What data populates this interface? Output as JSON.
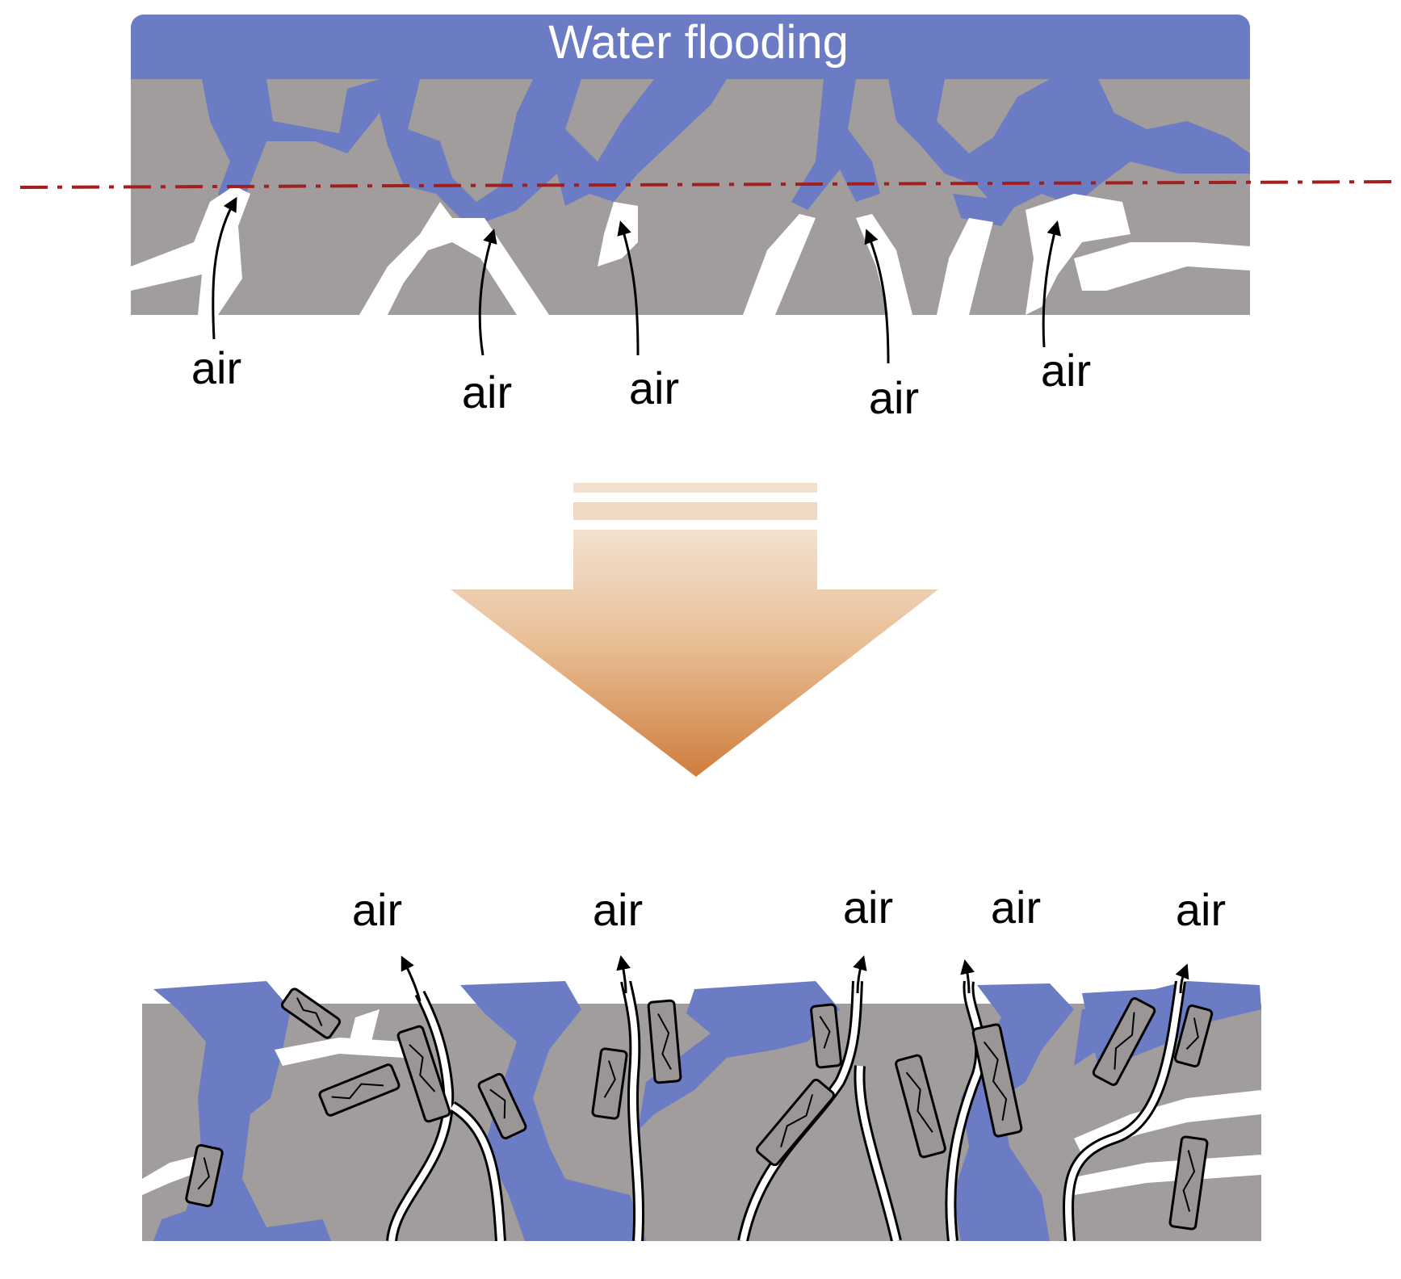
{
  "top_panel": {
    "banner_label": "Water flooding",
    "air_labels": [
      "air",
      "air",
      "air",
      "air",
      "air"
    ]
  },
  "bottom_panel": {
    "air_labels": [
      "air",
      "air",
      "air",
      "air",
      "air"
    ]
  },
  "colors": {
    "water": "#6b7bc4",
    "solid": "#a19d9d",
    "pore": "#ffffff",
    "guide_line": "#a11f1f",
    "arrow_top": "#f0dcc6",
    "arrow_bottom": "#d07f3f",
    "particle": "#9a9696"
  }
}
